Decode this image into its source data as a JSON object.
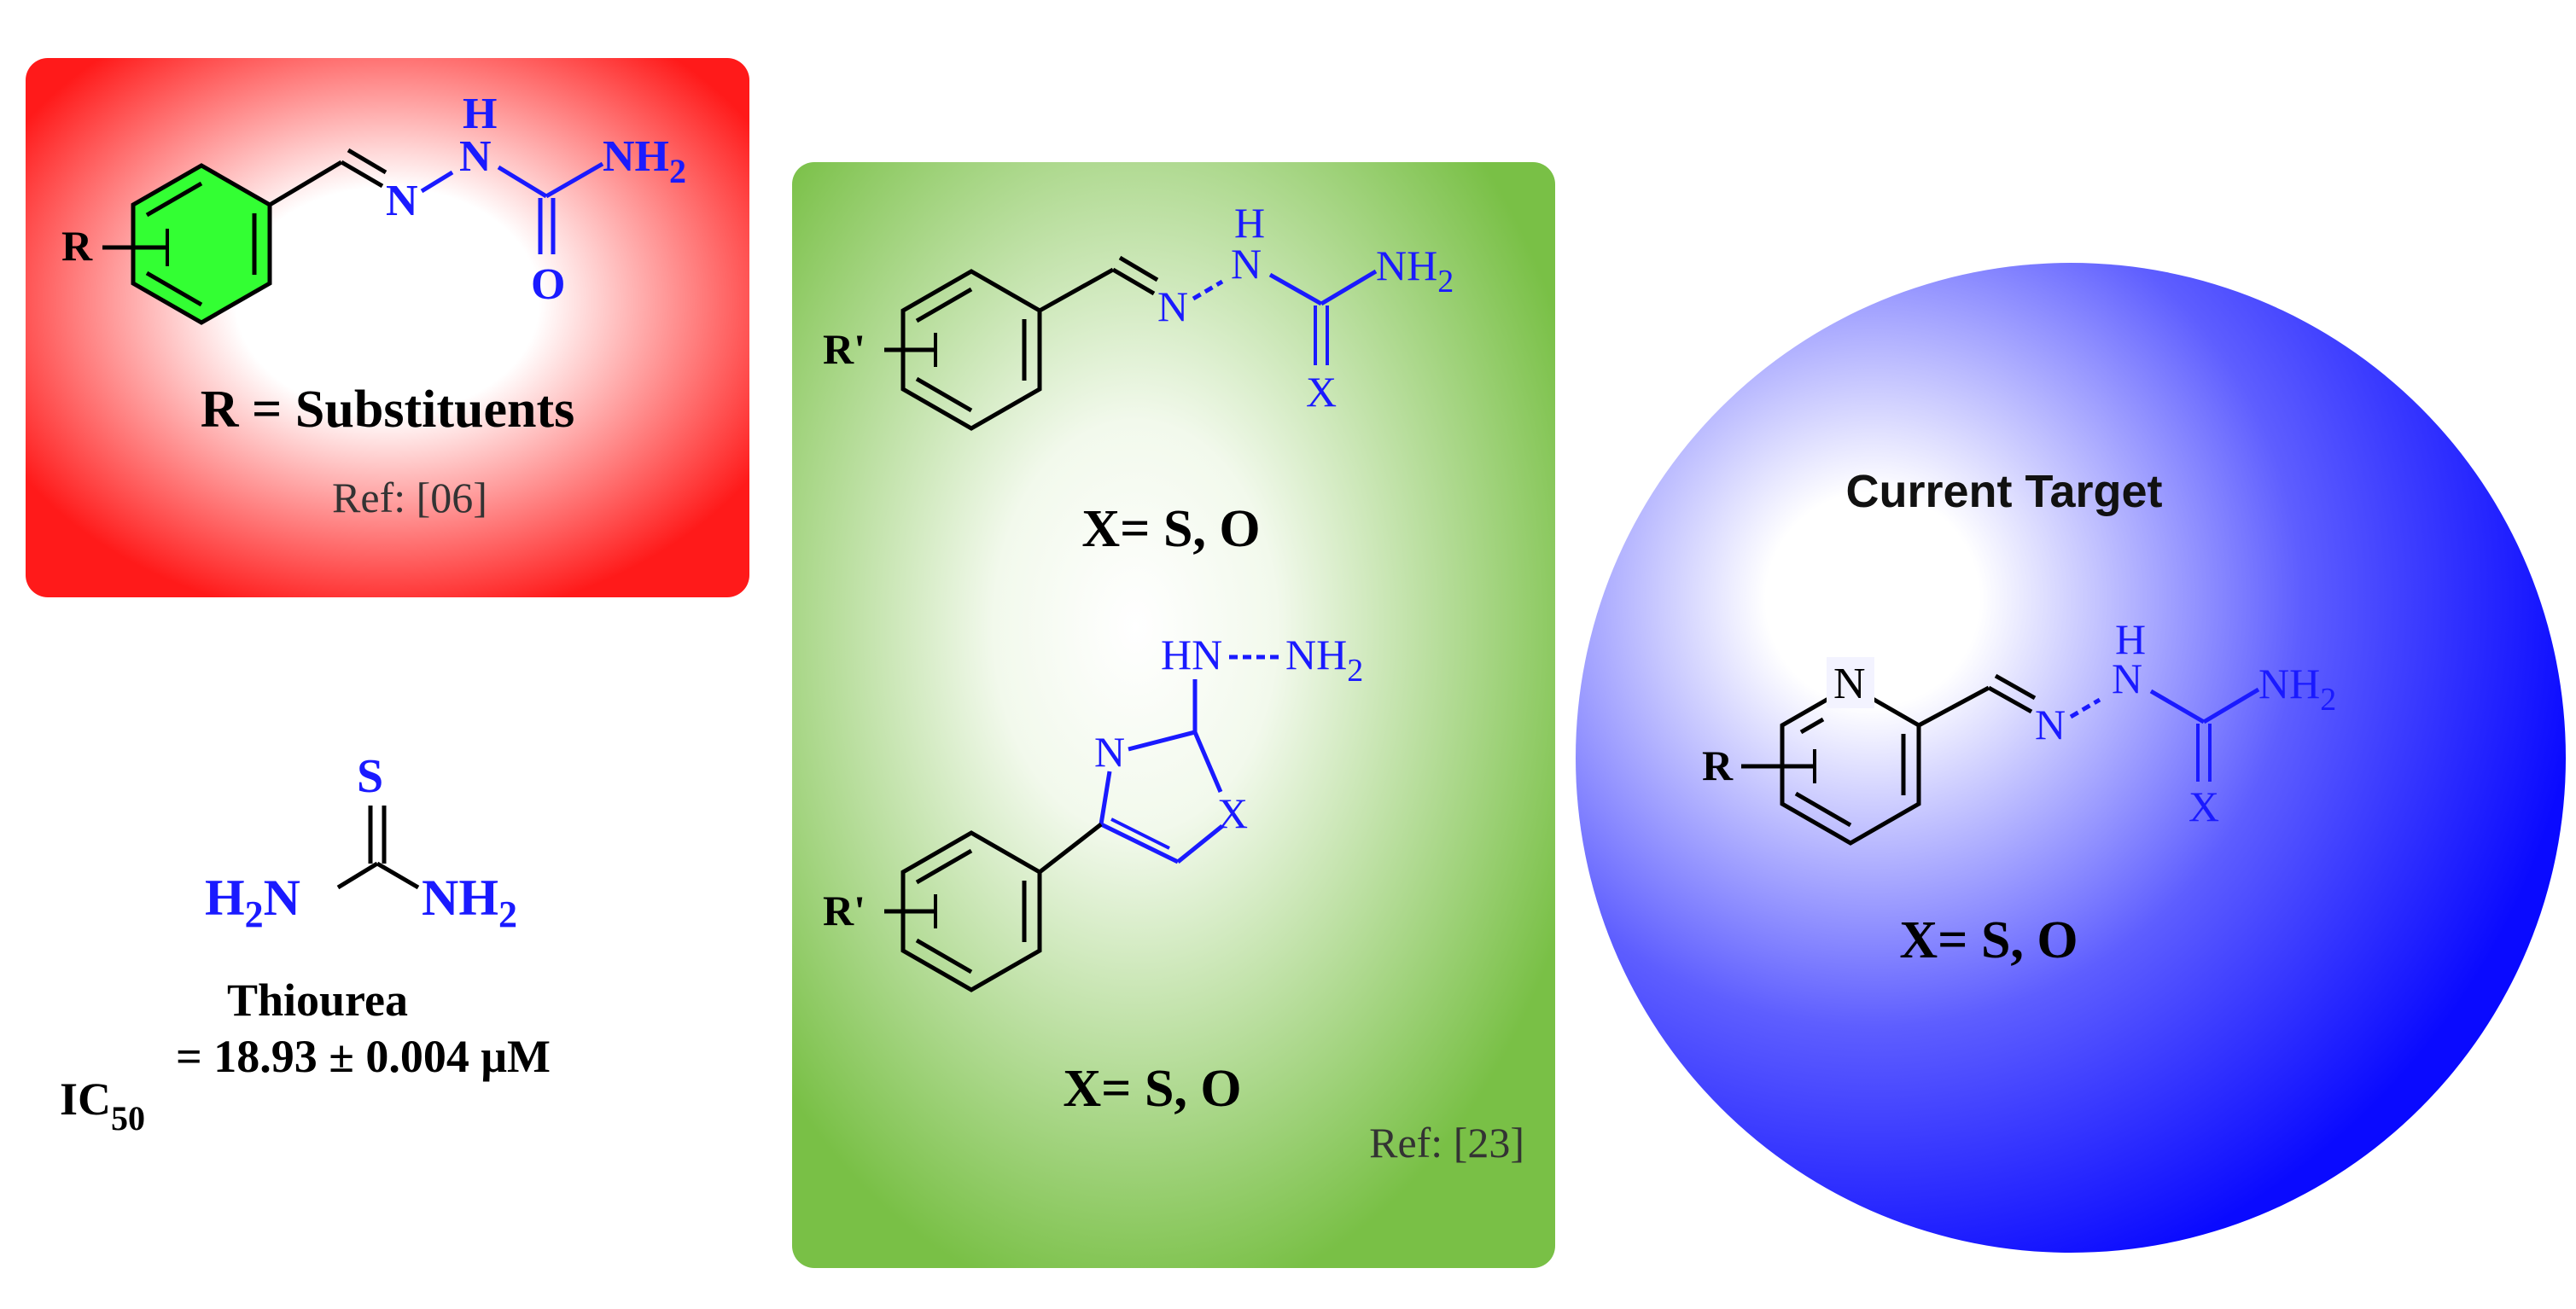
{
  "colors": {
    "blue_text": "#1a1aff",
    "red_panel": "#ff1a1a",
    "green_panel": "#7cc24a",
    "blue_sphere": "#1010ff",
    "ring_fill": "#33ff33"
  },
  "red_panel": {
    "R": "R",
    "H": "H",
    "N1": "N",
    "N2": "N",
    "NH2": "NH",
    "sub2": "2",
    "O": "O",
    "title": "R = Substituents",
    "ref": "Ref: [06]"
  },
  "thiourea": {
    "S": "S",
    "H2N_left": "H",
    "left_sub": "2",
    "left_N": "N",
    "NH_right": "NH",
    "right_sub": "2",
    "name": "Thiourea",
    "ic50_prefix": "IC",
    "ic50_sub": "50",
    "ic50_value": "= 18.93 ± 0.004 μM"
  },
  "green_panel": {
    "top": {
      "R": "R'",
      "H": "H",
      "N1": "N",
      "N2": "N",
      "NH": "NH",
      "sub": "2",
      "X": "X",
      "label": "X= S, O"
    },
    "bottom": {
      "R": "R'",
      "HN": "HN",
      "NH": "NH",
      "sub": "2",
      "N": "N",
      "X": "X",
      "label": "X= S, O"
    },
    "ref": "Ref: [23]"
  },
  "sphere": {
    "title": "Current Target",
    "R": "R",
    "N_ring": "N",
    "H": "H",
    "N1": "N",
    "N2": "N",
    "NH": "NH",
    "sub": "2",
    "X": "X",
    "label": "X= S, O"
  }
}
